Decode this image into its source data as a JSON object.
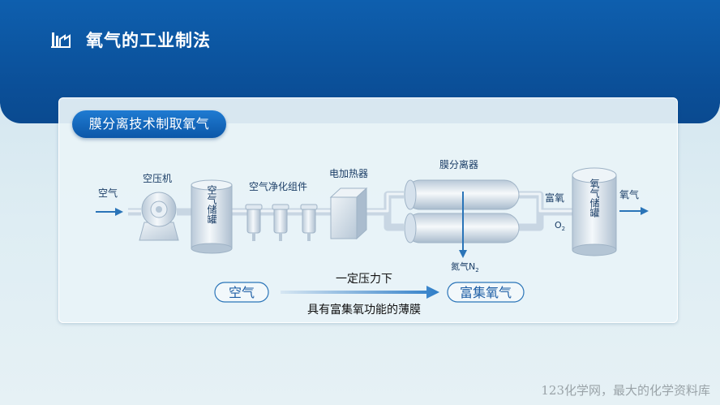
{
  "header": {
    "title": "氧气的工业制法",
    "logo_icon": "factory-icon"
  },
  "section": {
    "title": "膜分离技术制取氧气"
  },
  "diagram": {
    "labels": {
      "air_in": "空气",
      "compressor": "空压机",
      "air_tank": "空气储罐",
      "filters": "空气净化组件",
      "heater": "电加热器",
      "membrane": "膜分离器",
      "rich_oxygen": "富氧",
      "o2": "O",
      "o2_sub": "2",
      "oxygen_tank": "氧气储罐",
      "oxygen_out": "氧气",
      "nitrogen": "氮气N",
      "nitrogen_sub": "2"
    },
    "process": {
      "input": "空气",
      "output": "富集氧气",
      "condition_top": "一定压力下",
      "condition_bottom": "具有富集氧功能的薄膜"
    },
    "colors": {
      "accent": "#0b4f98",
      "flow": "#2a74b8",
      "equipment": "#c9d7e4"
    }
  },
  "footer": {
    "source": "123化学网，最大的化学资料库"
  }
}
